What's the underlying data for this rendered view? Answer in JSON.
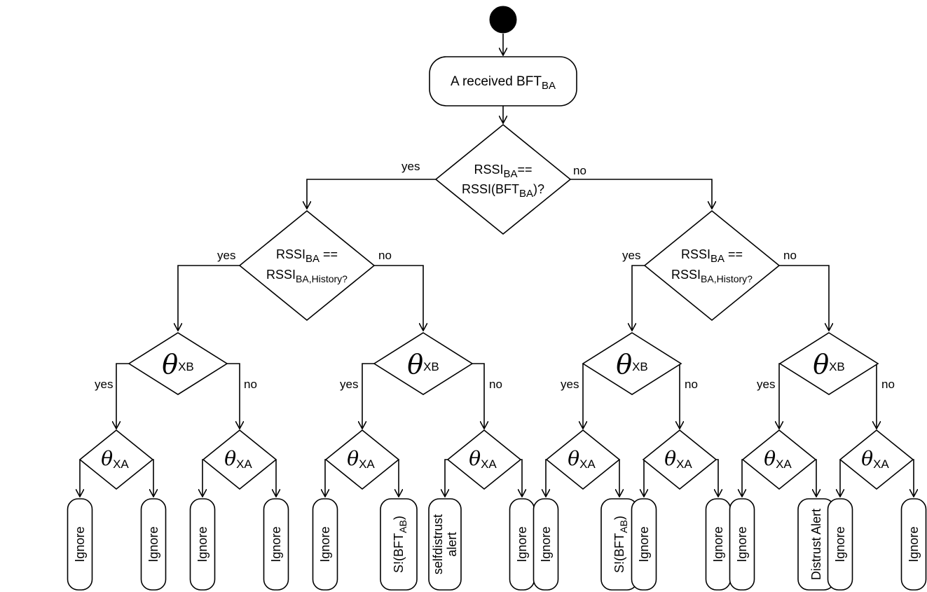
{
  "diagram": {
    "colors": {
      "stroke": "#000000",
      "fill": "#ffffff",
      "text": "#000000"
    },
    "start": {
      "shape": "filled-circle"
    },
    "start_action": {
      "text": "A received BFT",
      "sub": "BA"
    },
    "root_decision": {
      "parts": [
        [
          [
            "RSSI",
            "n"
          ],
          [
            "BA",
            "s"
          ],
          [
            "==",
            "n"
          ]
        ],
        [
          [
            "RSSI(BFT",
            "n"
          ],
          [
            "BA",
            "s"
          ],
          [
            ")?",
            "n"
          ]
        ]
      ],
      "yes_label": "yes",
      "no_label": "no"
    },
    "history_decisions": [
      {
        "id": "left",
        "parts": [
          [
            [
              "RSSI",
              "n"
            ],
            [
              "BA",
              "s"
            ],
            [
              " ==",
              "n"
            ]
          ],
          [
            [
              "RSSI",
              "n"
            ],
            [
              "BA,History?",
              "s"
            ]
          ]
        ],
        "yes_label": "yes",
        "no_label": "no"
      },
      {
        "id": "right",
        "parts": [
          [
            [
              "RSSI",
              "n"
            ],
            [
              "BA",
              "s"
            ],
            [
              " ==",
              "n"
            ]
          ],
          [
            [
              "RSSI",
              "n"
            ],
            [
              "BA,History?",
              "s"
            ]
          ]
        ],
        "yes_label": "yes",
        "no_label": "no"
      }
    ],
    "theta_xb": {
      "symbol": "θ",
      "sub": "XB",
      "yes_label": "yes",
      "no_label": "no"
    },
    "theta_xa": {
      "symbol": "θ",
      "sub": "XA"
    },
    "outcomes": [
      {
        "lines": [
          [
            [
              "Ignore",
              "n"
            ]
          ]
        ]
      },
      {
        "lines": [
          [
            [
              "Ignore",
              "n"
            ]
          ]
        ]
      },
      {
        "lines": [
          [
            [
              "Ignore",
              "n"
            ]
          ]
        ]
      },
      {
        "lines": [
          [
            [
              "Ignore",
              "n"
            ]
          ]
        ]
      },
      {
        "lines": [
          [
            [
              "Ignore",
              "n"
            ]
          ]
        ]
      },
      {
        "lines": [
          [
            [
              "S!(BFT",
              "n"
            ],
            [
              "AB",
              "s"
            ],
            [
              ")",
              "n"
            ]
          ]
        ]
      },
      {
        "lines": [
          [
            [
              "selfdistrust",
              "n"
            ]
          ],
          [
            [
              "alert",
              "n"
            ]
          ]
        ]
      },
      {
        "lines": [
          [
            [
              "Ignore",
              "n"
            ]
          ]
        ]
      },
      {
        "lines": [
          [
            [
              "Ignore",
              "n"
            ]
          ]
        ]
      },
      {
        "lines": [
          [
            [
              "S!(BFT",
              "n"
            ],
            [
              "AB",
              "s"
            ],
            [
              ")",
              "n"
            ]
          ]
        ]
      },
      {
        "lines": [
          [
            [
              "Ignore",
              "n"
            ]
          ]
        ]
      },
      {
        "lines": [
          [
            [
              "Ignore",
              "n"
            ]
          ]
        ]
      },
      {
        "lines": [
          [
            [
              "Ignore",
              "n"
            ]
          ]
        ]
      },
      {
        "lines": [
          [
            [
              "Distrust Alert",
              "n"
            ]
          ]
        ]
      },
      {
        "lines": [
          [
            [
              "Ignore",
              "n"
            ]
          ]
        ]
      },
      {
        "lines": [
          [
            [
              "Ignore",
              "n"
            ]
          ]
        ]
      }
    ]
  }
}
